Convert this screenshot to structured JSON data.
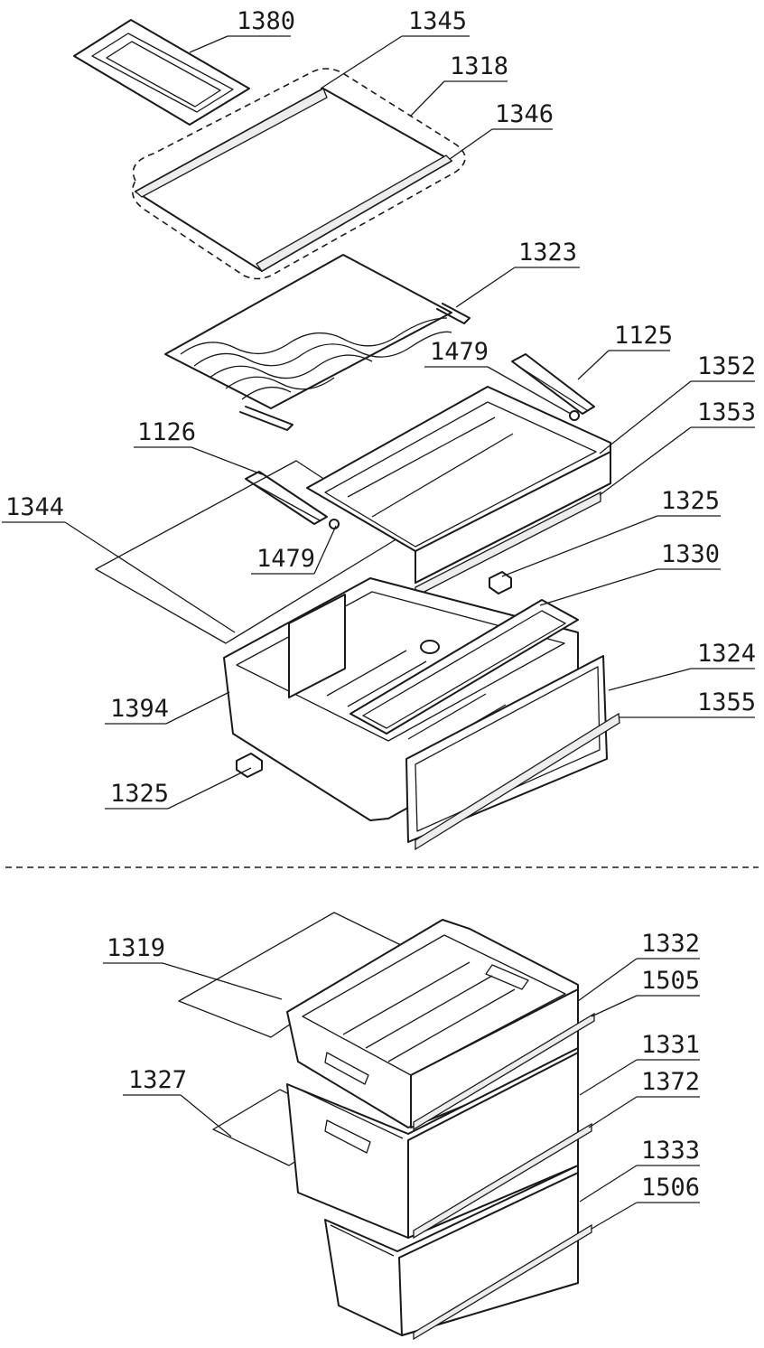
{
  "diagram": {
    "part_numbers": [
      "1380",
      "1345",
      "1318",
      "1346",
      "1323",
      "1125",
      "1479",
      "1352",
      "1353",
      "1126",
      "1344",
      "1479",
      "1325",
      "1330",
      "1324",
      "1355",
      "1394",
      "1325",
      "1319",
      "1332",
      "1505",
      "1331",
      "1372",
      "1327",
      "1333",
      "1506"
    ]
  }
}
